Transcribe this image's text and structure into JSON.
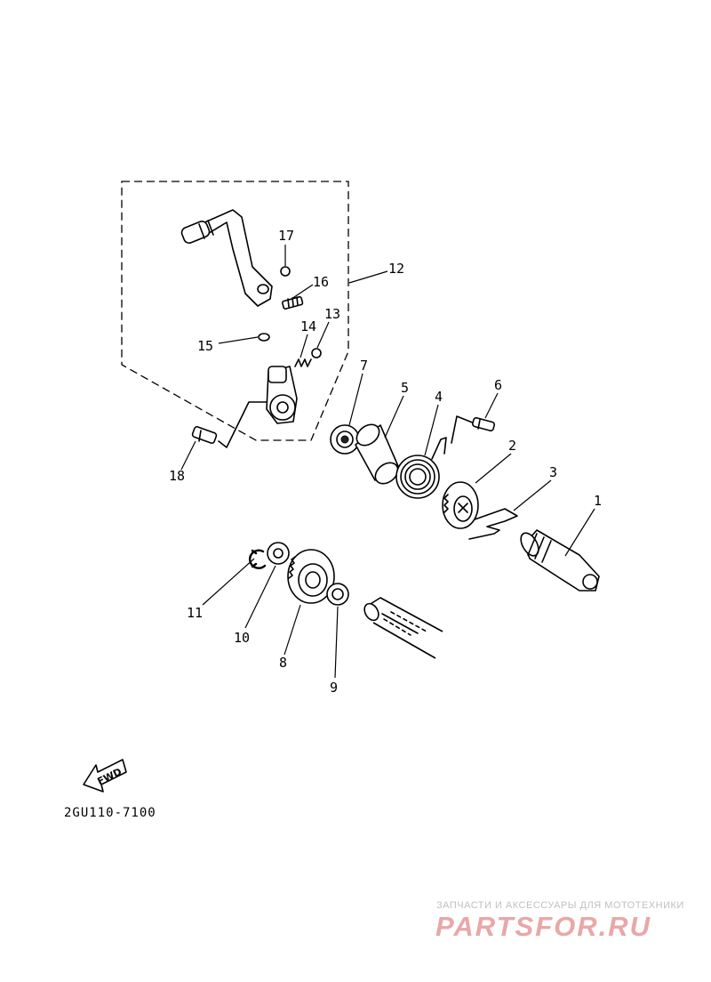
{
  "diagram": {
    "part_labels": {
      "p1": "1",
      "p2": "2",
      "p3": "3",
      "p4": "4",
      "p5": "5",
      "p6": "6",
      "p7": "7",
      "p8": "8",
      "p9": "9",
      "p10": "10",
      "p11": "11",
      "p12": "12",
      "p13": "13",
      "p14": "14",
      "p15": "15",
      "p16": "16",
      "p17": "17",
      "p18": "18"
    },
    "fwd_label": "FWD",
    "diagram_code": "2GU110-7100"
  },
  "watermark": {
    "tagline": "ЗАПЧАСТИ И АКСЕССУАРЫ ДЛЯ МОТОТЕХНИКИ",
    "logo_text": "PARTSFOR.RU",
    "logo_color": "#e8a8a8"
  }
}
